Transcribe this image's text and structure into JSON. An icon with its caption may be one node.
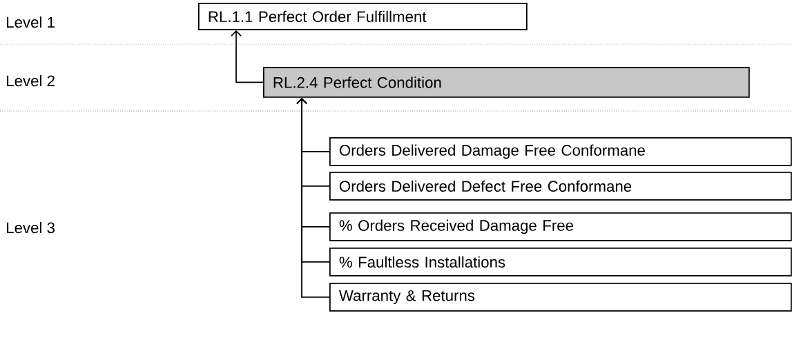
{
  "diagram": {
    "nodes": [
      {
        "text": [
          "RL.1.1 Perfect Order Fulfillment"
        ]
      },
      {
        "text": [
          "RL.2.4 Perfect Condition"
        ]
      },
      {
        "text": [
          "Orders Delivered Damage Free Conformane"
        ]
      },
      {
        "text": [
          "Orders Delivered Defect Free Conformane"
        ]
      },
      {
        "text": [
          "% Orders Received Damage Free"
        ]
      },
      {
        "text": [
          "% Faultless Installations"
        ]
      },
      {
        "text": [
          "Warranty & Returns"
        ]
      }
    ],
    "edges": [
      {
        "from": 1,
        "to": 0,
        "arrow": "to"
      },
      {
        "from": 2,
        "to": 1,
        "arrow": "to"
      },
      {
        "from": 3,
        "to": 1,
        "arrow": "to"
      },
      {
        "from": 4,
        "to": 1,
        "arrow": "to"
      },
      {
        "from": 5,
        "to": 1,
        "arrow": "to"
      },
      {
        "from": 6,
        "to": 1,
        "arrow": "to"
      }
    ],
    "labels": [
      "Level 1",
      "Level 2",
      "Level 3"
    ]
  }
}
